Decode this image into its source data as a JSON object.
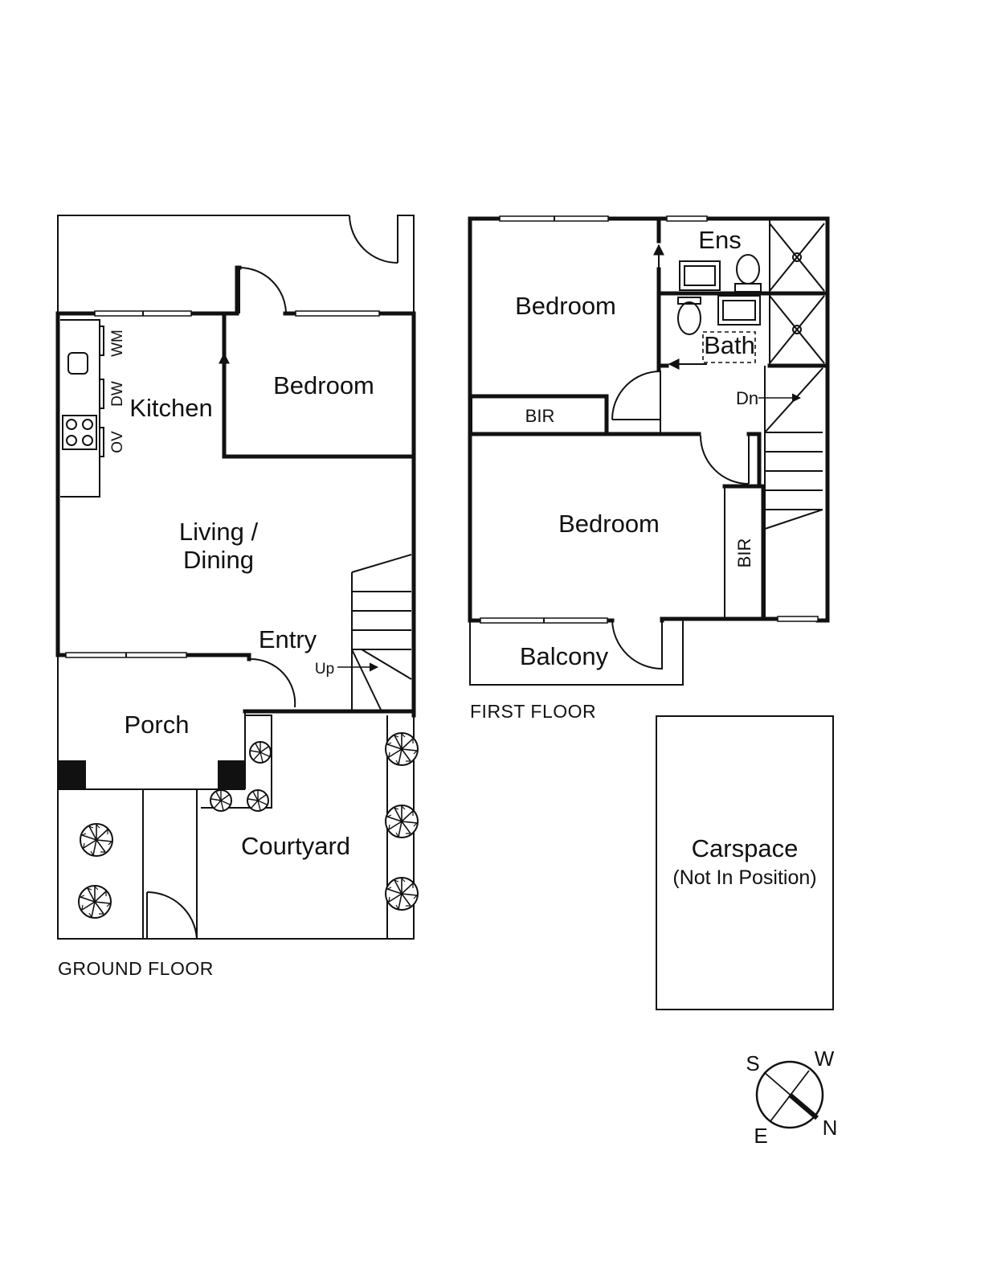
{
  "ground_floor": {
    "caption": "GROUND FLOOR",
    "rooms": {
      "kitchen": "Kitchen",
      "bedroom": "Bedroom",
      "living_line1": "Living /",
      "living_line2": "Dining",
      "entry": "Entry",
      "porch": "Porch",
      "courtyard": "Courtyard"
    },
    "appliances": {
      "wm": "WM",
      "dw": "DW",
      "ov": "OV"
    },
    "stair_label": "Up"
  },
  "first_floor": {
    "caption": "FIRST FLOOR",
    "rooms": {
      "bedroom_1": "Bedroom",
      "bedroom_2": "Bedroom",
      "ens": "Ens",
      "bath": "Bath",
      "bir_1": "BIR",
      "bir_2": "BIR",
      "balcony": "Balcony"
    },
    "stair_label": "Dn"
  },
  "carspace": {
    "line1": "Carspace",
    "line2": "(Not In Position)"
  },
  "compass": {
    "s": "S",
    "w": "W",
    "e": "E",
    "n": "N"
  }
}
